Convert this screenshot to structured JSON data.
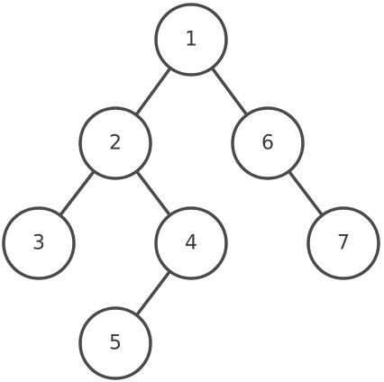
{
  "tree": {
    "nodes": [
      {
        "id": "n1",
        "label": "1"
      },
      {
        "id": "n2",
        "label": "2"
      },
      {
        "id": "n3",
        "label": "3"
      },
      {
        "id": "n4",
        "label": "4"
      },
      {
        "id": "n5",
        "label": "5"
      },
      {
        "id": "n6",
        "label": "6"
      },
      {
        "id": "n7",
        "label": "7"
      }
    ],
    "edges": [
      {
        "from": "n1",
        "to": "n2"
      },
      {
        "from": "n1",
        "to": "n6"
      },
      {
        "from": "n2",
        "to": "n3"
      },
      {
        "from": "n2",
        "to": "n4"
      },
      {
        "from": "n4",
        "to": "n5"
      },
      {
        "from": "n6",
        "to": "n7"
      }
    ],
    "colors": {
      "stroke": "#4a4a4a",
      "fill": "#ffffff",
      "text": "#3a3a3a"
    }
  }
}
